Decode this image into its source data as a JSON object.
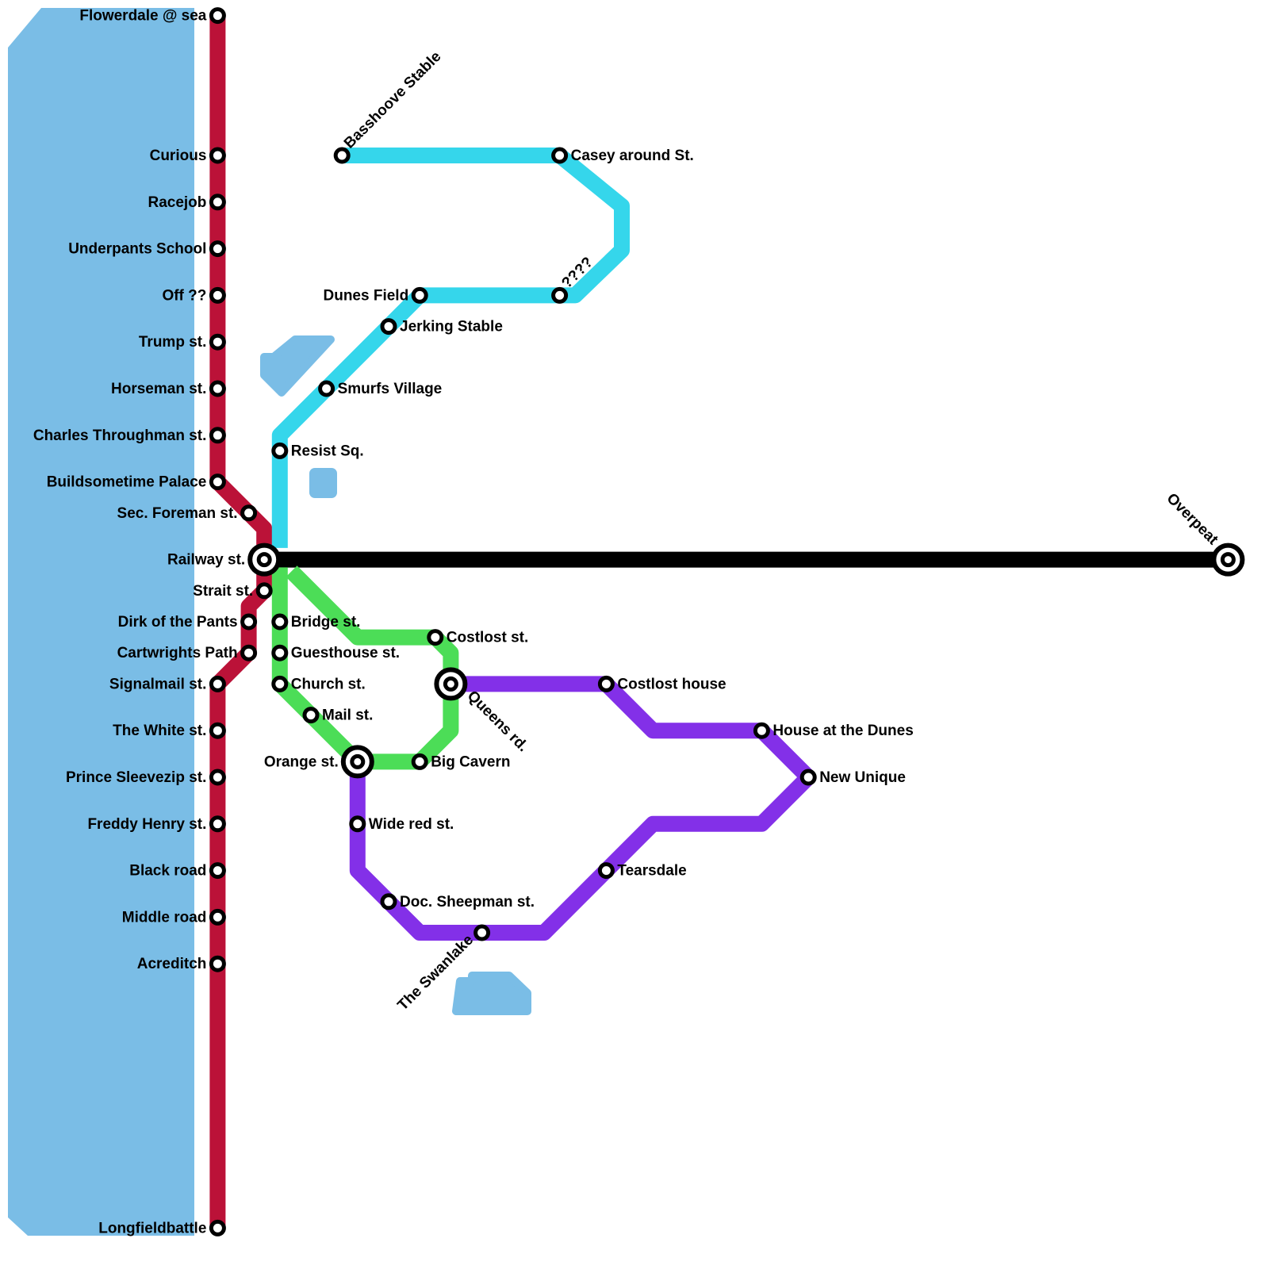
{
  "map": {
    "colors": {
      "water": "#7abde6",
      "red_line": "#bb1238",
      "cyan_line": "#35d6eb",
      "green_line": "#4cdd57",
      "purple_line": "#8330e8",
      "black_line": "#000000"
    },
    "lines": [
      {
        "id": "red",
        "name": "Red line",
        "stations": [
          "Flowerdale @ sea",
          "Curious",
          "Racejob",
          "Underpants School",
          "Off ??",
          "Trump st.",
          "Horseman st.",
          "Charles Throughman st.",
          "Buildsometime Palace",
          "Sec. Foreman st.",
          "Railway st.",
          "Strait st.",
          "Dirk of the Pants",
          "Cartwrights Path",
          "Signalmail st.",
          "The White st.",
          "Prince Sleevezip st.",
          "Freddy Henry st.",
          "Black road",
          "Middle road",
          "Acreditch",
          "Longfieldbattle"
        ]
      },
      {
        "id": "cyan",
        "name": "Cyan line",
        "stations": [
          "Basshoove Stable",
          "Casey around St.",
          "????",
          "Dunes Field",
          "Jerking Stable",
          "Smurfs Village",
          "Resist Sq.",
          "Railway st."
        ]
      },
      {
        "id": "green",
        "name": "Green line",
        "stations": [
          "Railway st.",
          "Bridge st.",
          "Guesthouse st.",
          "Church st.",
          "Mail st.",
          "Orange st.",
          "Big Cavern",
          "Queens rd.",
          "Costlost st."
        ]
      },
      {
        "id": "purple",
        "name": "Purple line",
        "stations": [
          "Queens rd.",
          "Costlost house",
          "House at the Dunes",
          "New Unique",
          "Tearsdale",
          "The Swanlake",
          "Doc. Sheepman st.",
          "Wide red st.",
          "Orange st."
        ]
      },
      {
        "id": "black",
        "name": "Black line",
        "stations": [
          "Railway st.",
          "Overpeat"
        ]
      }
    ],
    "stations": {
      "flowerdale": "Flowerdale @ sea",
      "curious": "Curious",
      "racejob": "Racejob",
      "underpants": "Underpants School",
      "off": "Off ??",
      "trump": "Trump st.",
      "horseman": "Horseman st.",
      "charles": "Charles Throughman st.",
      "buildsometime": "Buildsometime Palace",
      "secforeman": "Sec. Foreman st.",
      "railway": "Railway st.",
      "strait": "Strait st.",
      "dirk": "Dirk of the Pants",
      "cartwrights": "Cartwrights Path",
      "signalmail": "Signalmail st.",
      "white": "The White st.",
      "prince": "Prince Sleevezip st.",
      "freddy": "Freddy Henry st.",
      "black": "Black road",
      "middle": "Middle road",
      "acreditch": "Acreditch",
      "longfield": "Longfieldbattle",
      "basshoove": "Basshoove Stable",
      "casey": "Casey around St.",
      "qqqq": "????",
      "dunes": "Dunes Field",
      "jerking": "Jerking Stable",
      "smurfs": "Smurfs Village",
      "resist": "Resist Sq.",
      "bridge": "Bridge st.",
      "guesthouse": "Guesthouse st.",
      "church": "Church st.",
      "mail": "Mail st.",
      "orange": "Orange st.",
      "bigcavern": "Big Cavern",
      "queens": "Queens rd.",
      "costlost": "Costlost st.",
      "costlosthouse": "Costlost house",
      "housedunes": "House at the Dunes",
      "newunique": "New Unique",
      "tearsdale": "Tearsdale",
      "swanlake": "The Swanlake",
      "sheepman": "Doc. Sheepman st.",
      "widered": "Wide red st.",
      "overpeat": "Overpeat"
    }
  }
}
